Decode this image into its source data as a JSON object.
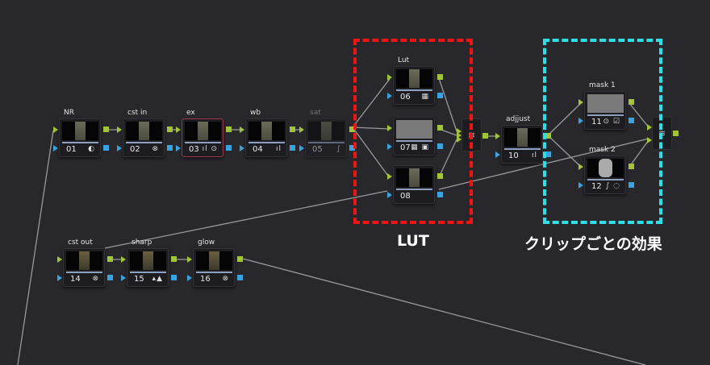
{
  "nodes": [
    {
      "id": "01",
      "label": "NR",
      "icons": "◐"
    },
    {
      "id": "02",
      "label": "cst in",
      "icons": "⊗"
    },
    {
      "id": "03",
      "label": "ex",
      "icons": "ıl ⊙"
    },
    {
      "id": "04",
      "label": "wb",
      "icons": "ıl"
    },
    {
      "id": "05",
      "label": "sat",
      "icons": "∫"
    },
    {
      "id": "06",
      "label": "Lut",
      "icons": "▦"
    },
    {
      "id": "07",
      "label": "",
      "icons": "▦ ▣"
    },
    {
      "id": "08",
      "label": "",
      "icons": ""
    },
    {
      "id": "10",
      "label": "adjjust",
      "icons": "ıl"
    },
    {
      "id": "11",
      "label": "mask 1",
      "icons": "⊙ ☑"
    },
    {
      "id": "12",
      "label": "mask 2",
      "icons": "∫ ◌"
    },
    {
      "id": "14",
      "label": "cst out",
      "icons": "⊗"
    },
    {
      "id": "15",
      "label": "sharp",
      "icons": "▴▲"
    },
    {
      "id": "16",
      "label": "glow",
      "icons": "⊗"
    }
  ],
  "combiner_icon": "layer-mixer-icon",
  "annotations": {
    "lut": "LUT",
    "clip": "クリップごとの効果"
  },
  "colors": {
    "red_frame": "#f01414",
    "cyan_frame": "#2ee0e6",
    "green_pin": "#a3c43a",
    "blue_pin": "#3aa2dc"
  }
}
